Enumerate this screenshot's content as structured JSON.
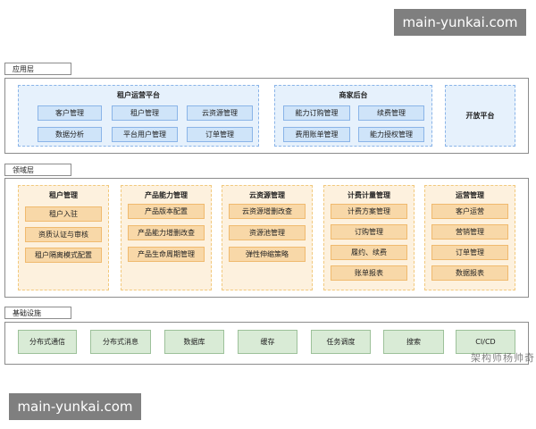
{
  "watermark": "main-yunkai.com",
  "signature": "架构师杨帅奇",
  "app_layer": {
    "label": "应用层",
    "tenant_platform": {
      "title": "租户运营平台",
      "items": [
        "客户管理",
        "租户管理",
        "云资源管理",
        "数据分析",
        "平台用户管理",
        "订单管理"
      ]
    },
    "merchant_backend": {
      "title": "商家后台",
      "items": [
        "能力订购管理",
        "续费管理",
        "费用账单管理",
        "能力授权管理"
      ]
    },
    "open_platform": {
      "title": "开放平台"
    }
  },
  "domain_layer": {
    "label": "领域层",
    "groups": [
      {
        "title": "租户管理",
        "items": [
          "租户入驻",
          "资质认证与审核",
          "租户隔离模式配置"
        ]
      },
      {
        "title": "产品能力管理",
        "items": [
          "产品版本配置",
          "产品能力增删改查",
          "产品生命周期管理"
        ]
      },
      {
        "title": "云资源管理",
        "items": [
          "云资源增删改查",
          "资源池管理",
          "弹性伸缩策略"
        ]
      },
      {
        "title": "计费计量管理",
        "items": [
          "计费方案管理",
          "订购管理",
          "履约、续费",
          "账单报表"
        ]
      },
      {
        "title": "运营管理",
        "items": [
          "客户运营",
          "营销管理",
          "订单管理",
          "数据报表"
        ]
      }
    ]
  },
  "infra_layer": {
    "label": "基础设施",
    "items": [
      "分布式通信",
      "分布式消息",
      "数据库",
      "缓存",
      "任务调度",
      "搜索",
      "CI/CD"
    ]
  }
}
